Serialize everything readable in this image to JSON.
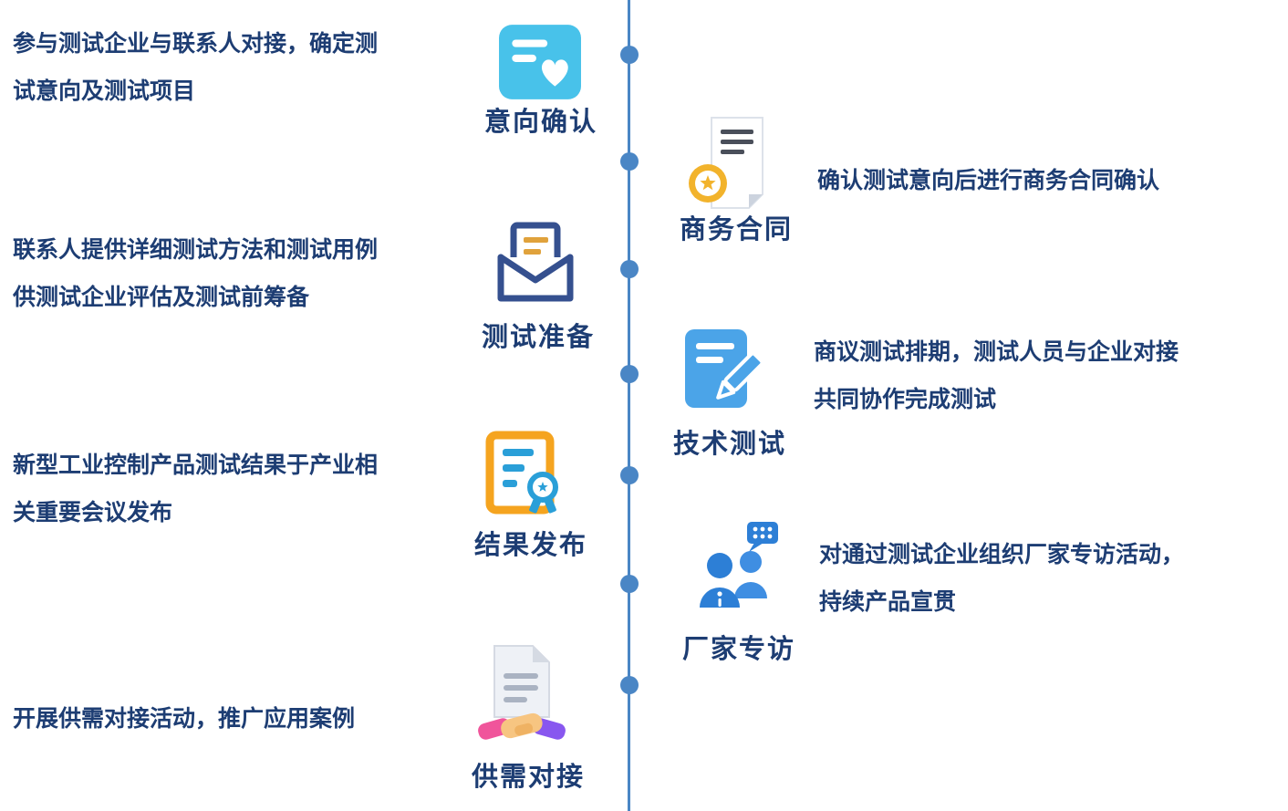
{
  "colors": {
    "timeline_blue": "#4a86c5",
    "text_navy": "#1d3d73",
    "icon_lightblue": "#48c2ea",
    "icon_blue": "#4ba4e8",
    "icon_navy": "#35508f",
    "icon_orange": "#f5a41f",
    "icon_gold": "#f2b32c",
    "icon_pink": "#f0559b",
    "icon_purple": "#8857ef"
  },
  "steps": [
    {
      "side": "left",
      "label": "意向确认",
      "icon": "card-heart-icon",
      "desc": [
        "参与测试企业与联系人对接，确定测",
        "试意向及测试项目"
      ]
    },
    {
      "side": "right",
      "label": "商务合同",
      "icon": "contract-medal-icon",
      "desc": [
        "确认测试意向后进行商务合同确认"
      ]
    },
    {
      "side": "left",
      "label": "测试准备",
      "icon": "envelope-letter-icon",
      "desc": [
        "联系人提供详细测试方法和测试用例",
        "供测试企业评估及测试前筹备"
      ]
    },
    {
      "side": "right",
      "label": "技术测试",
      "icon": "document-pencil-icon",
      "desc": [
        "商议测试排期，测试人员与企业对接",
        "共同协作完成测试"
      ]
    },
    {
      "side": "left",
      "label": "结果发布",
      "icon": "document-award-icon",
      "desc": [
        "新型工业控制产品测试结果于产业相",
        "关重要会议发布"
      ]
    },
    {
      "side": "right",
      "label": "厂家专访",
      "icon": "people-interview-icon",
      "desc": [
        "对通过测试企业组织厂家专访活动，",
        "持续产品宣贯"
      ]
    },
    {
      "side": "left",
      "label": "供需对接",
      "icon": "handshake-document-icon",
      "desc": [
        "开展供需对接活动，推广应用案例"
      ]
    }
  ]
}
